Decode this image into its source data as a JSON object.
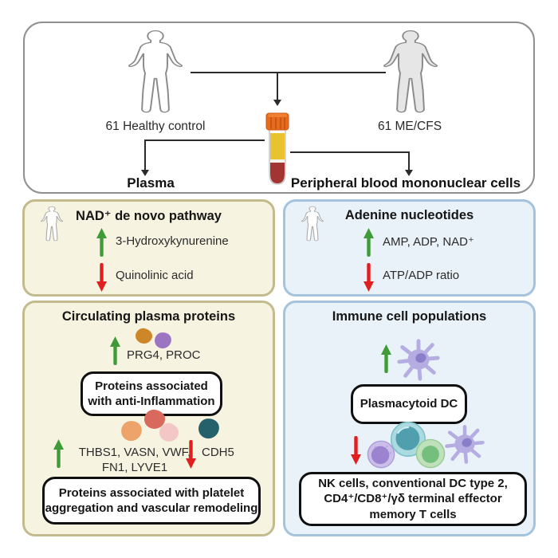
{
  "figure": {
    "top": {
      "healthy_label": "61 Healthy control",
      "mecfs_label": "61 ME/CFS",
      "plasma_label": "Plasma",
      "pbmc_label": "Peripheral blood mononuclear cells"
    },
    "nad_panel": {
      "title": "NAD⁺ de novo pathway",
      "increased": "3-Hydroxykynurenine",
      "decreased": "Quinolinic acid"
    },
    "adenine_panel": {
      "title": "Adenine nucleotides",
      "increased": "AMP, ADP, NAD⁺",
      "decreased": "ATP/ADP ratio"
    },
    "proteins_panel": {
      "title": "Circulating plasma proteins",
      "increased_1": "PRG4, PROC",
      "box1_line1": "Proteins associated",
      "box1_line2": "with anti-Inflammation",
      "increased_2_line1": "THBS1, VASN, VWF,",
      "increased_2_line2": "FN1, LYVE1",
      "decreased": "CDH5",
      "box2_line1": "Proteins associated with platelet",
      "box2_line2": "aggregation and vascular remodeling"
    },
    "immune_panel": {
      "title": "Immune cell populations",
      "box1": "Plasmacytoid DC",
      "box2_line1": "NK cells, conventional DC type 2,",
      "box2_line2": "CD4⁺/CD8⁺/γδ terminal effector",
      "box2_line3": "memory T cells"
    },
    "colors": {
      "increase_green": "#3f9b37",
      "decrease_red": "#e0201f",
      "tan_panel_bg": "#f7f3e1",
      "tan_panel_border": "#c3ba8e",
      "blue_panel_bg": "#e9f1f9",
      "blue_panel_border": "#a5c3dc",
      "tube_cap_orange": "#e56b1e",
      "tube_plasma_yellow": "#e9c32f",
      "tube_blood_red": "#a23531"
    }
  }
}
